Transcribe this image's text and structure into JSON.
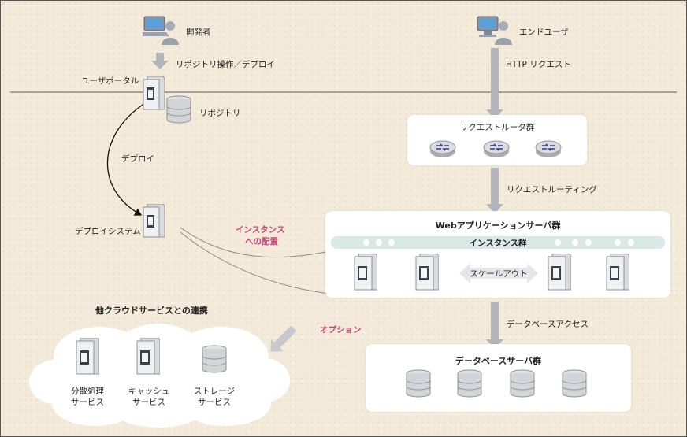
{
  "actors": {
    "developer": "開発者",
    "end_user": "エンドユーザ"
  },
  "flows": {
    "repo_ops": "リポジトリ操作／デプロイ",
    "http_request": "HTTP リクエスト",
    "deploy": "デプロイ",
    "request_routing": "リクエストルーティング",
    "db_access": "データベースアクセス",
    "instance_placement_1": "インスタンス",
    "instance_placement_2": "への配置",
    "option": "オプション"
  },
  "components": {
    "user_portal": "ユーザポータル",
    "repository": "リポジトリ",
    "deploy_system": "デプロイシステム",
    "request_routers": "リクエストルータ群",
    "web_app_servers": "Webアプリケーションサーバ群",
    "instances": "インスタンス群",
    "scale_out": "スケールアウト",
    "db_servers": "データベースサーバ群"
  },
  "cloud": {
    "title": "他クラウドサービスとの連携",
    "distributed_1": "分散処理",
    "distributed_2": "サービス",
    "cache_1": "キャッシュ",
    "cache_2": "サービス",
    "storage_1": "ストレージ",
    "storage_2": "サービス"
  },
  "colors": {
    "arrow_gray": "#b4b4bc",
    "pink": "#c8457a",
    "instance_bar": "#d8e8e4"
  }
}
